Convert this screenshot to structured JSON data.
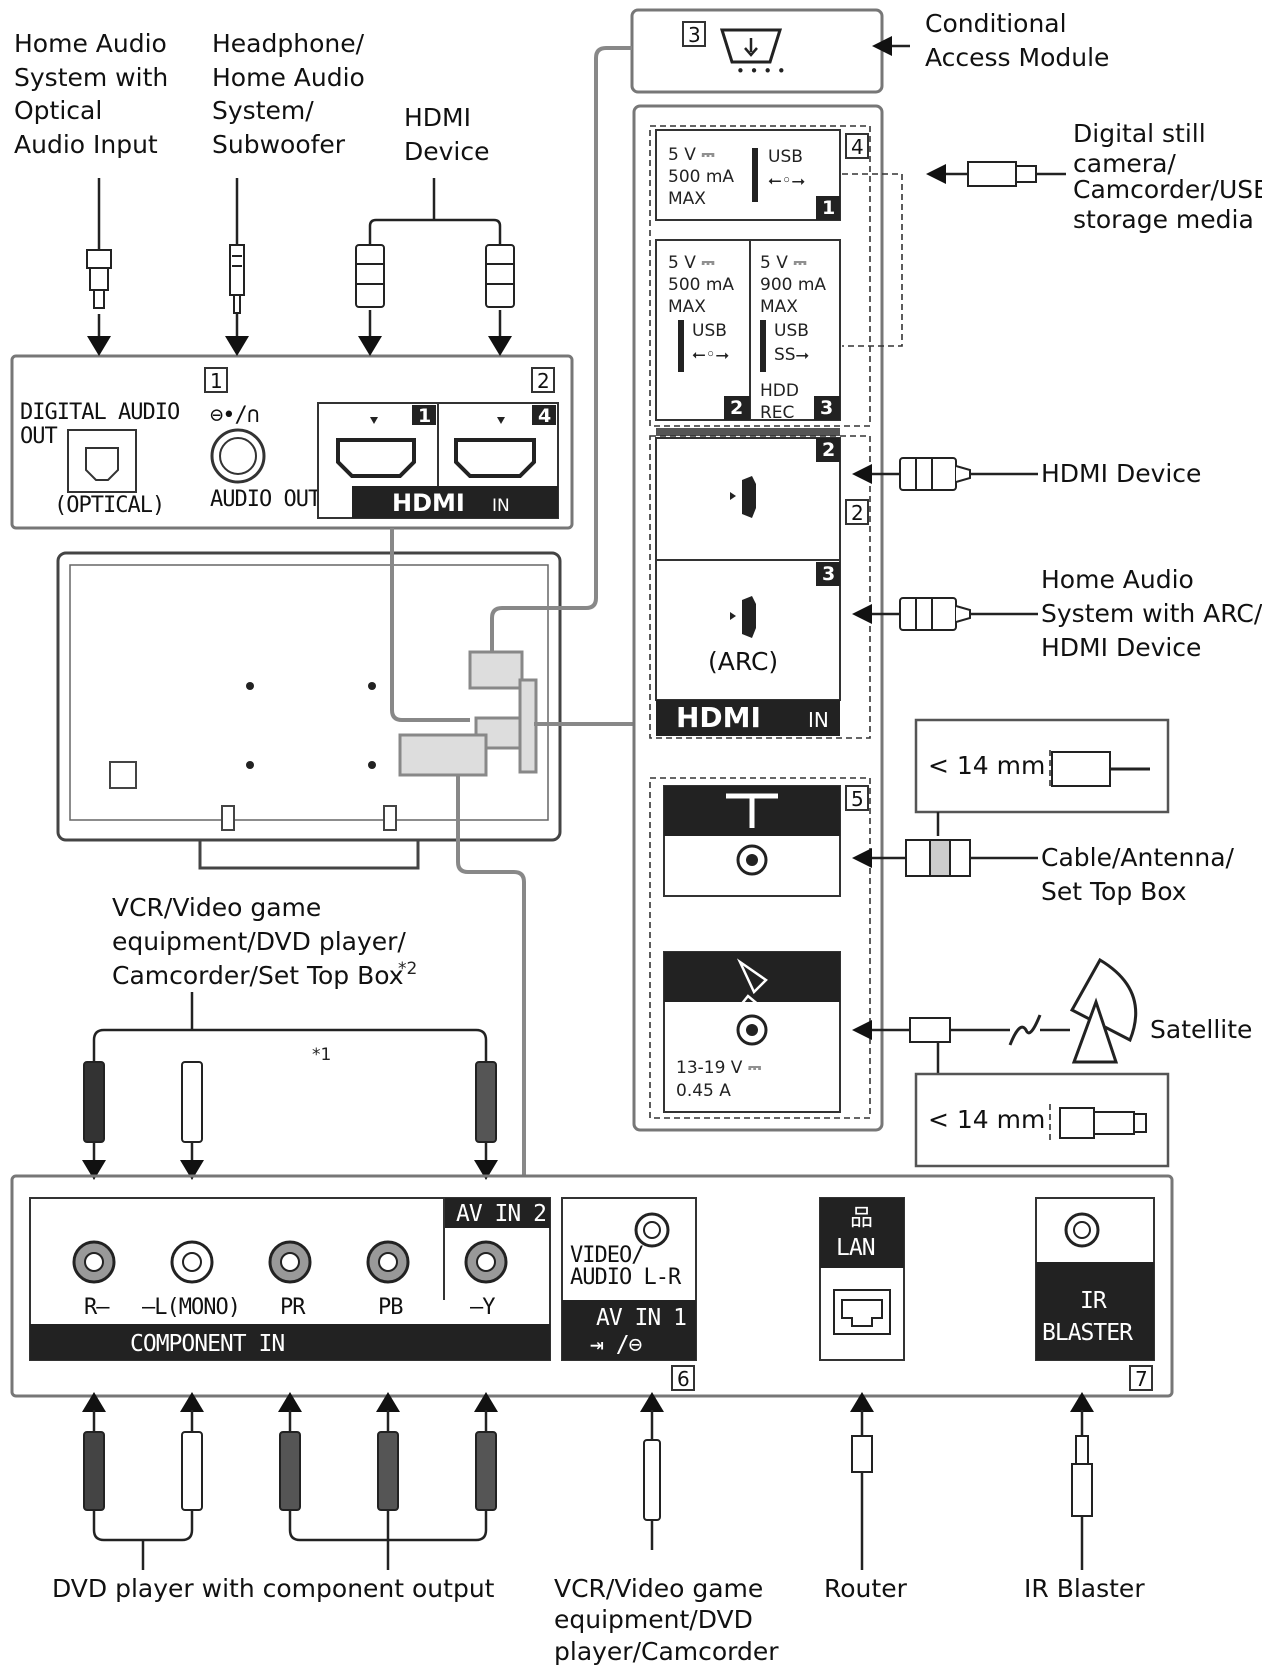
{
  "labels": {
    "conditional_access": [
      "Conditional",
      "Access Module"
    ],
    "digital_camera": [
      "Digital still",
      "camera/",
      "Camcorder/USB",
      "storage media"
    ],
    "home_audio_optical": [
      "Home Audio",
      "System with",
      "Optical",
      "Audio Input"
    ],
    "headphone": [
      "Headphone/",
      "Home Audio",
      "System/",
      "Subwoofer"
    ],
    "hdmi_device_top": [
      "HDMI",
      "Device"
    ],
    "hdmi_device_right": "HDMI Device",
    "home_audio_arc": [
      "Home Audio",
      "System with ARC/",
      "HDMI Device"
    ],
    "cable_antenna": [
      "Cable/Antenna/",
      "Set Top Box"
    ],
    "satellite": "Satellite",
    "mm_top": "< 14 mm",
    "mm_bottom": "< 14 mm",
    "vcr_top": [
      "VCR/Video game",
      "equipment/DVD player/",
      "Camcorder/Set Top Box"
    ],
    "footnote_2": "*2",
    "footnote_1": "*1",
    "dvd_component": "DVD player with component output",
    "vcr_bottom": [
      "VCR/Video game",
      "equipment/DVD",
      "player/Camcorder"
    ],
    "router": "Router",
    "ir_blaster": "IR Blaster"
  },
  "panel": {
    "digital_audio": [
      "DIGITAL AUDIO",
      "OUT"
    ],
    "optical": "(OPTICAL)",
    "audio_out": "AUDIO OUT",
    "hdmi_in": "HDMI",
    "in": "IN",
    "arc": "(ARC)",
    "usb": "USB",
    "usb1_spec": [
      "5 V ⎓",
      "500 mA",
      "MAX"
    ],
    "usb2_spec": [
      "5 V ⎓",
      "500 mA",
      "MAX"
    ],
    "usb3_spec": [
      "5 V ⎓",
      "900 mA",
      "MAX"
    ],
    "hdd_rec": [
      "HDD",
      "REC"
    ],
    "sat_spec": [
      "13-19 V ⎓",
      "0.45 A"
    ],
    "av_in_2": "AV IN 2",
    "component_in": "COMPONENT IN",
    "jack_labels": [
      "R–",
      "–L(MONO)",
      "PR",
      "PB",
      "–Y"
    ],
    "video_audio": [
      "VIDEO/",
      "AUDIO L-R"
    ],
    "av_in_1": "AV IN 1",
    "lan": "LAN",
    "ir_panel": [
      "IR",
      "BLASTER"
    ]
  },
  "numbers": {
    "box_1": "1",
    "box_2": "2",
    "box_3": "3",
    "box_4": "4",
    "box_5": "5",
    "box_6": "6",
    "box_7": "7",
    "hdmi_port_1": "1",
    "hdmi_port_4": "4",
    "usb_port_1": "1",
    "usb_port_2": "2",
    "usb_port_3": "3",
    "hdmi_port_2": "2",
    "hdmi_port_3": "3",
    "box_2_side": "2"
  }
}
